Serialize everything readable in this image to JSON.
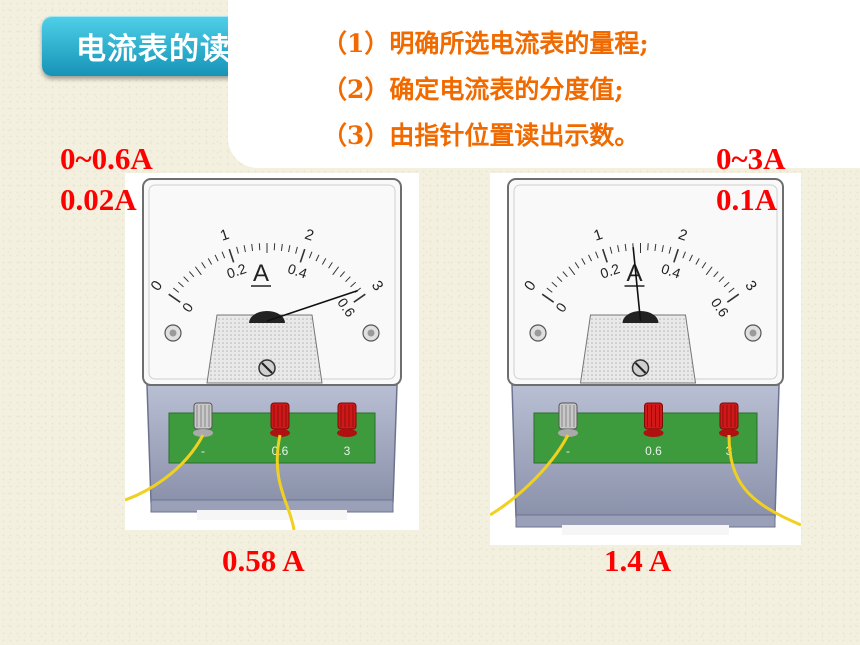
{
  "title": "电流表的读数",
  "steps": [
    "（1）明确所选电流表的量程;",
    "（2）确定电流表的分度值;",
    "（3）由指针位置读出示数。"
  ],
  "meters": [
    {
      "range": "0~0.6A",
      "division": "0.02A",
      "reading": "0.58 A",
      "needle_value_fraction": 0.967,
      "unit_symbol": "A",
      "top_scale": [
        "0",
        "1",
        "2",
        "3"
      ],
      "bottom_scale": [
        "0",
        "0.2",
        "0.4",
        "0.6"
      ],
      "terminals": [
        "-",
        "0.6",
        "3"
      ]
    },
    {
      "range": "0~3A",
      "division": "0.1A",
      "reading": "1.4 A",
      "needle_value_fraction": 0.467,
      "unit_symbol": "A",
      "top_scale": [
        "0",
        "1",
        "2",
        "3"
      ],
      "bottom_scale": [
        "0",
        "0.2",
        "0.4",
        "0.6"
      ],
      "terminals": [
        "-",
        "0.6",
        "3"
      ]
    }
  ],
  "colors": {
    "title_bg": "#1693b7",
    "step_text": "#f06a00",
    "label_red": "#ff0000",
    "board_green": "#3d9a3d",
    "terminal_red": "#d01818"
  }
}
